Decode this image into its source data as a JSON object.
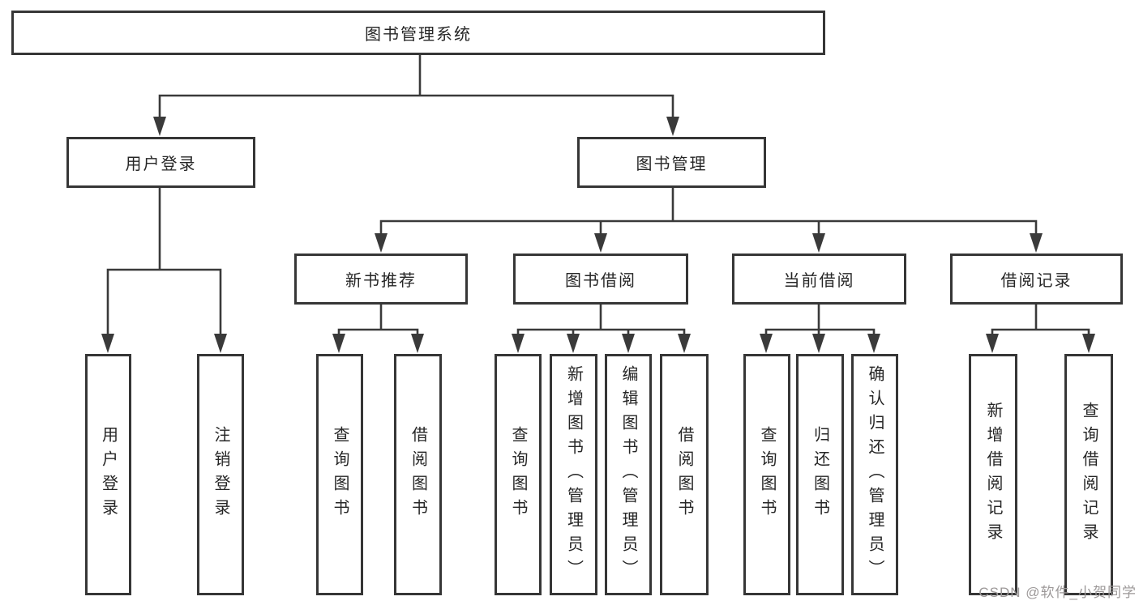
{
  "diagram": {
    "type": "hierarchy-tree",
    "orientation": "top-down",
    "colors": {
      "background": "#ffffff",
      "line": "#3a3a3a",
      "box_border": "#363636",
      "text": "#262626",
      "watermark": "#9c9898"
    },
    "watermark": "CSDN @软件_小贺同学",
    "nodes": {
      "root": {
        "label": "图书管理系统"
      },
      "branches": [
        {
          "label": "用户登录"
        },
        {
          "label": "图书管理"
        }
      ],
      "modules": [
        {
          "label": "新书推荐",
          "parent": "图书管理"
        },
        {
          "label": "图书借阅",
          "parent": "图书管理"
        },
        {
          "label": "当前借阅",
          "parent": "图书管理"
        },
        {
          "label": "借阅记录",
          "parent": "图书管理"
        }
      ],
      "leaves": [
        {
          "label": "用户登录",
          "parent": "用户登录"
        },
        {
          "label": "注销登录",
          "parent": "用户登录"
        },
        {
          "label": "查询图书",
          "parent": "新书推荐"
        },
        {
          "label": "借阅图书",
          "parent": "新书推荐"
        },
        {
          "label": "查询图书",
          "parent": "图书借阅"
        },
        {
          "label": "新增图书（管理员）",
          "parent": "图书借阅"
        },
        {
          "label": "编辑图书（管理员）",
          "parent": "图书借阅"
        },
        {
          "label": "借阅图书",
          "parent": "图书借阅"
        },
        {
          "label": "查询图书",
          "parent": "当前借阅"
        },
        {
          "label": "归还图书",
          "parent": "当前借阅"
        },
        {
          "label": "确认归还（管理员）",
          "parent": "当前借阅"
        },
        {
          "label": "新增借阅记录",
          "parent": "借阅记录"
        },
        {
          "label": "查询借阅记录",
          "parent": "借阅记录"
        }
      ]
    }
  }
}
